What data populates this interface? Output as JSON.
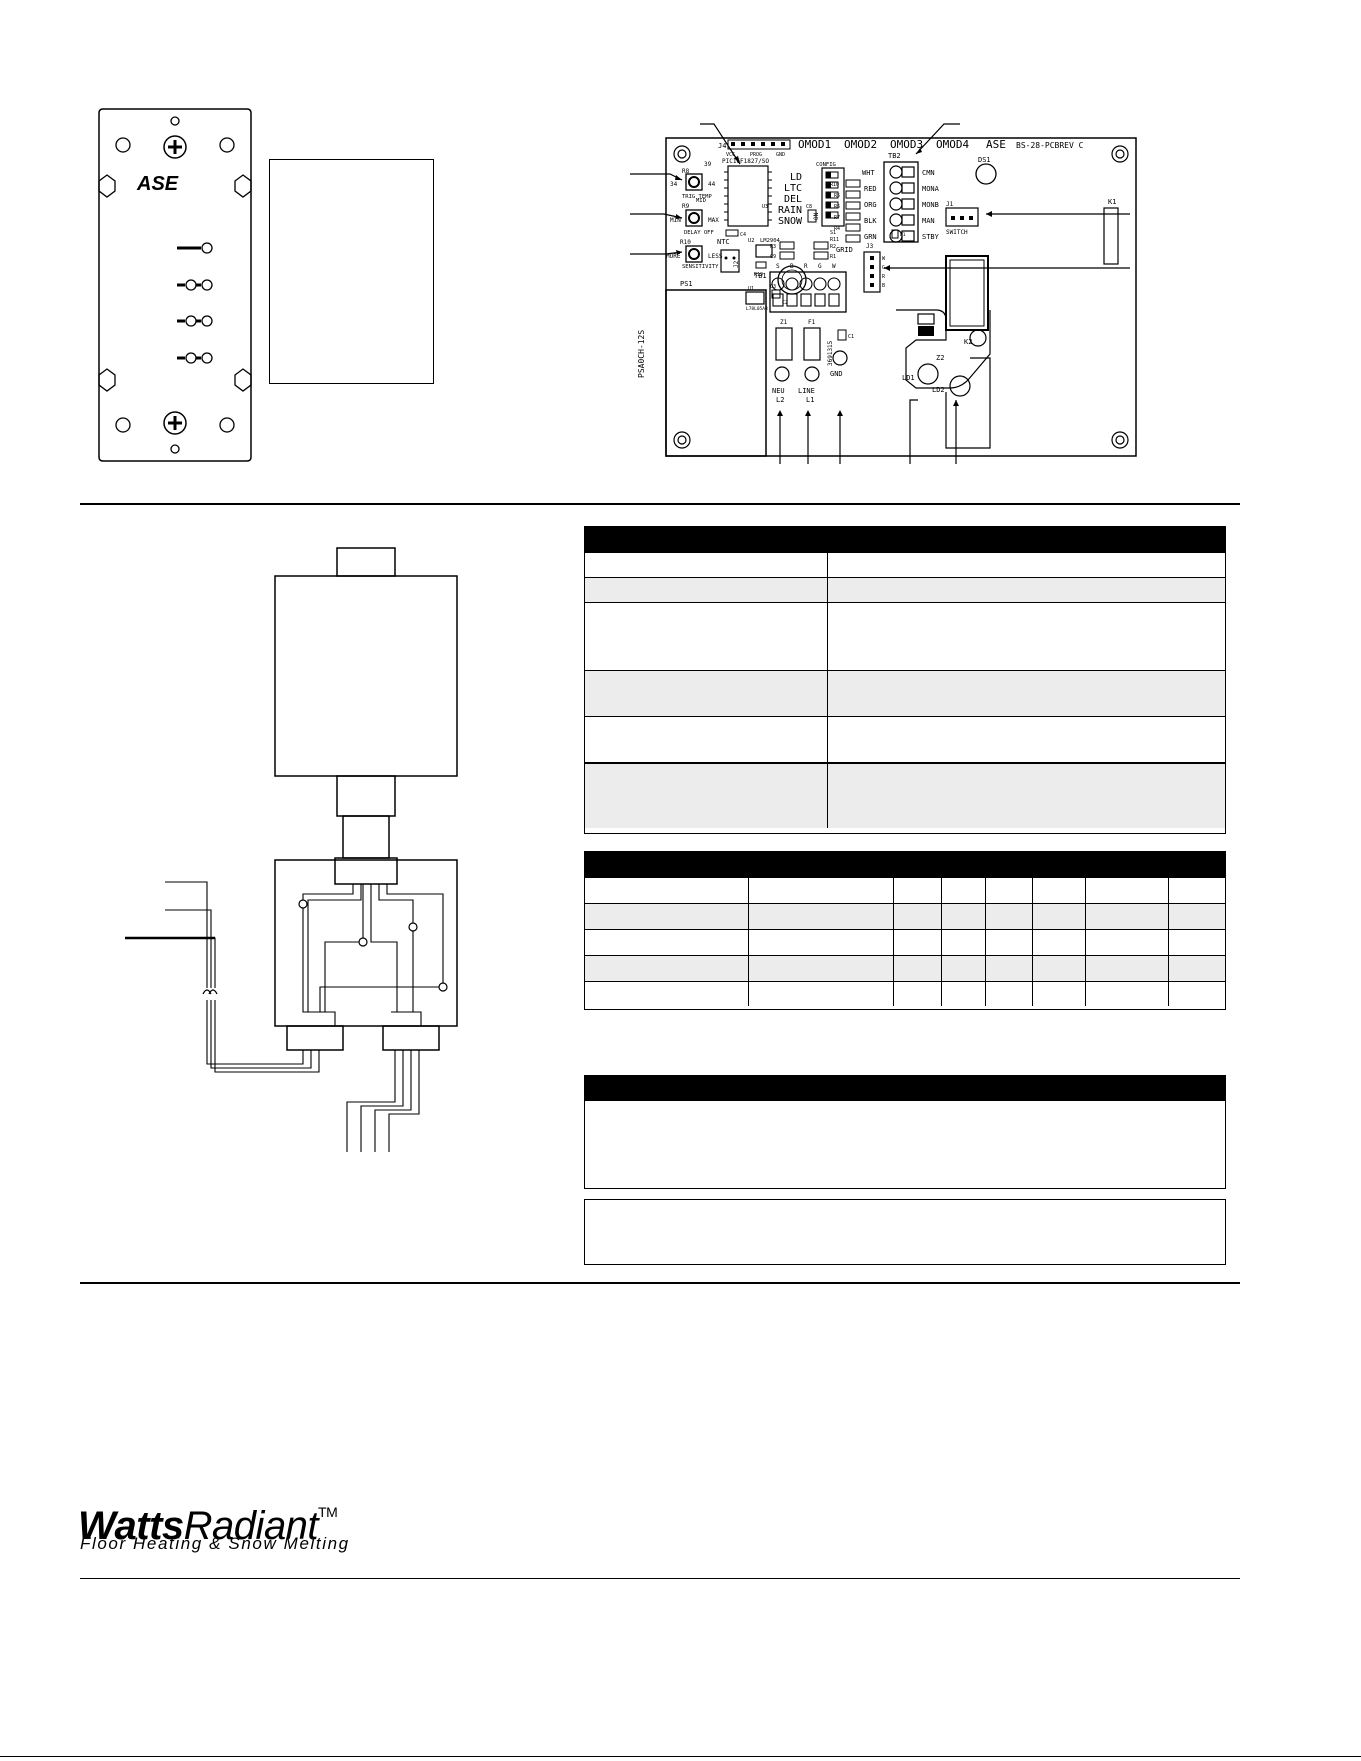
{
  "faceplate": {
    "logo": "ASE"
  },
  "board": {
    "header_labels": [
      "OMOD1",
      "OMOD2",
      "OMOD3",
      "OMOD4",
      "ASE",
      "BS-28-PCBREV C"
    ],
    "config_label": "CONFIG",
    "config_switches": [
      "LD",
      "LTC",
      "DEL",
      "RAIN",
      "SNOW"
    ],
    "on_label": "ON",
    "chip_label": "PIC16F1827/SO",
    "vcc": "VCC",
    "prog": "PROG",
    "gnd_small": "GND",
    "j4": "J4",
    "trig_temp": "TRIG TEMP",
    "trig_min": "34",
    "trig_max": "44",
    "trig_mid": "39",
    "r8": "R8",
    "r9": "R9",
    "r10": "R10",
    "mid": "MID",
    "delay_off": "DELAY OFF",
    "min": "MIN",
    "max": "MAX",
    "sensitivity": "SENSITIVITY",
    "more": "MORE",
    "less": "LESS",
    "ntc": "NTC",
    "c4": "C4",
    "u2": "U2",
    "lm2904": "LM2904",
    "j2": "J2",
    "r19": "R19",
    "u1": "U1",
    "l78": "L78L05AB",
    "c2": "C2",
    "c3": "C3",
    "c8": "C8",
    "s1": "S1",
    "u3": "U3",
    "ps1": "PS1",
    "ps_model": "PSA0CH-12S",
    "tb2": "TB2",
    "tb2_left": [
      "WHT",
      "RED",
      "ORG",
      "BLK",
      "GRN"
    ],
    "tb2_right": [
      "CMN",
      "MONA",
      "MONB",
      "MAN",
      "STBY"
    ],
    "resistors_right": [
      "R10",
      "R5",
      "R6",
      "R7",
      "R4",
      "R11"
    ],
    "ds1": "DS1",
    "k1": "K1",
    "j1": "J1",
    "switch_label": "SWITCH",
    "j3": "J3",
    "grid": "GRID",
    "j3_pins": [
      "W",
      "G",
      "R",
      "B"
    ],
    "tb1": "TB1",
    "tb1_pins": [
      "S",
      "B",
      "R",
      "G",
      "W"
    ],
    "r3": "R3",
    "c9": "C9",
    "r2": "R2",
    "r1": "R1",
    "d1": "D1",
    "z1": "Z1",
    "f1": "F1",
    "fuse_code": "3691315",
    "c1": "C1",
    "neu": "NEU",
    "l2": "L2",
    "line": "LINE",
    "l1": "L1",
    "gnd": "GND",
    "z2": "Z2",
    "k2": "K2",
    "ld1": "LD1",
    "ld2": "LD2"
  },
  "logo": {
    "bold": "Watts",
    "light": "Radiant",
    "tm": "TM",
    "tagline": "Floor Heating & Snow Melting"
  }
}
